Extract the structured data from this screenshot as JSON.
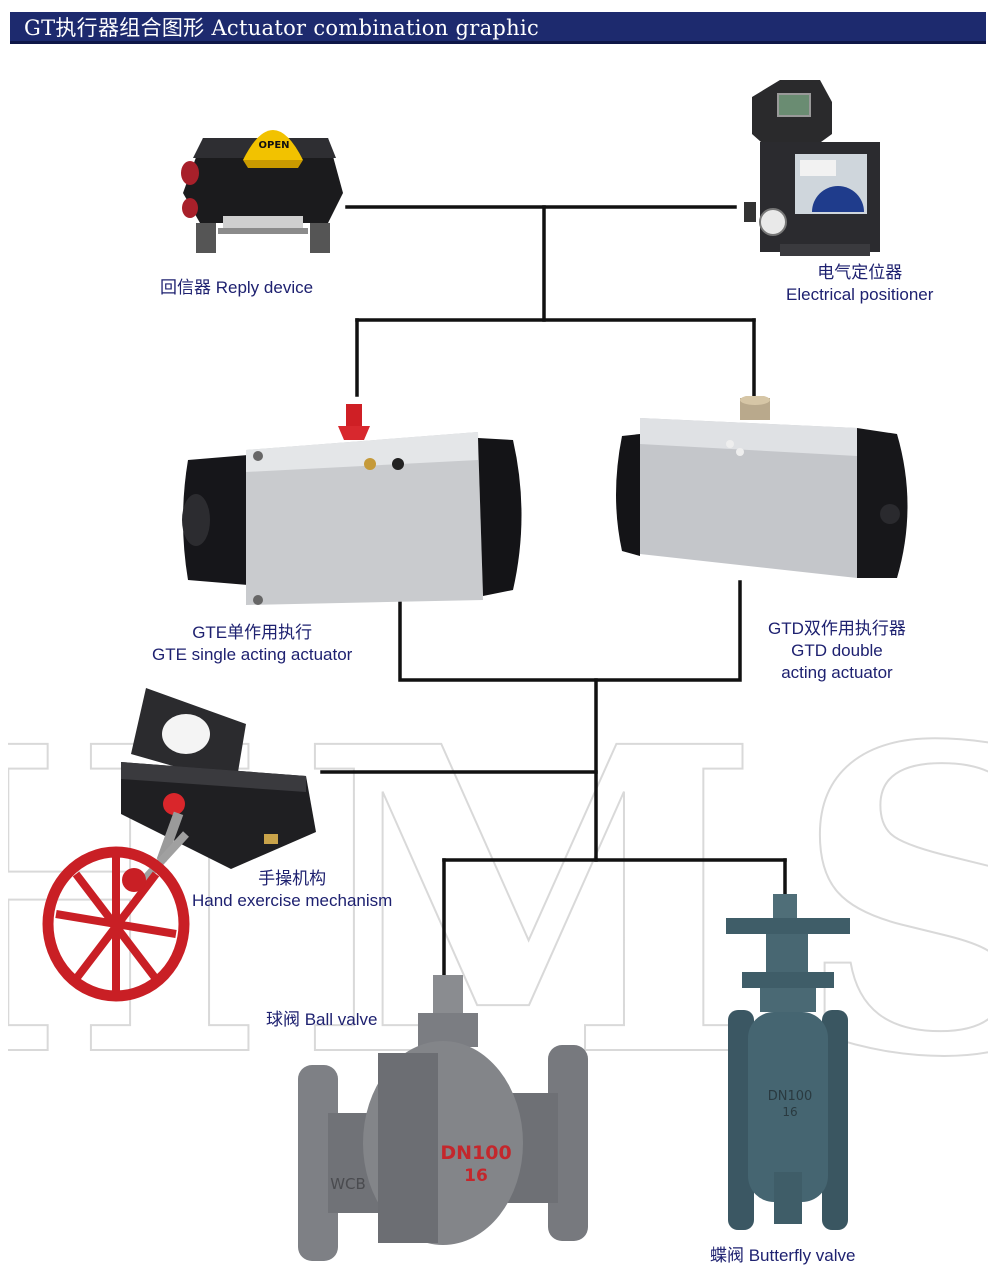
{
  "header": {
    "title": "GT执行器组合图形 Actuator combination graphic"
  },
  "watermark": {
    "text": "HMS"
  },
  "components": {
    "reply_device": {
      "label": "回信器 Reply device",
      "badge": "OPEN"
    },
    "positioner": {
      "line1": "电气定位器",
      "line2": "Electrical positioner"
    },
    "gte": {
      "line1": "GTE单作用执行",
      "line2": "GTE single acting actuator"
    },
    "gtd": {
      "line1": "GTD双作用执行器",
      "line2": "GTD double",
      "line3": "acting actuator"
    },
    "hand": {
      "line1": "手操机构",
      "line2": "Hand exercise mechanism"
    },
    "ball": {
      "label": "球阀 Ball valve",
      "marking1": "DN100",
      "marking2": "16",
      "marking3": "WCB"
    },
    "butterfly": {
      "label": "蝶阀 Butterfly valve",
      "marking1": "DN100",
      "marking2": "16"
    }
  },
  "colors": {
    "banner": "#1d2a6e",
    "caption": "#1e2170",
    "connector": "#111111",
    "valve_red": "#d8282e",
    "steel": "#7d7f84",
    "cast_iron": "#3e5b66"
  }
}
